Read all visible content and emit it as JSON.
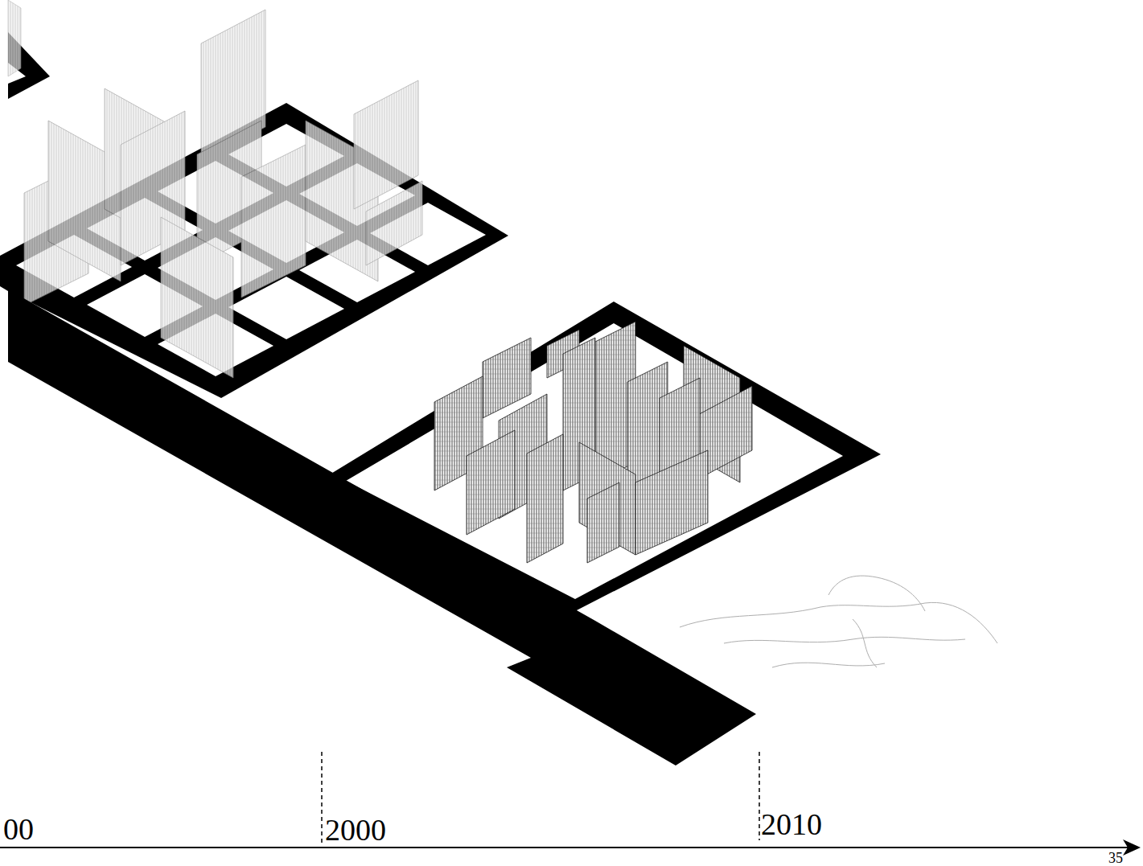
{
  "diagram": {
    "labels": [
      "00",
      "2000",
      "2010",
      "35"
    ]
  }
}
